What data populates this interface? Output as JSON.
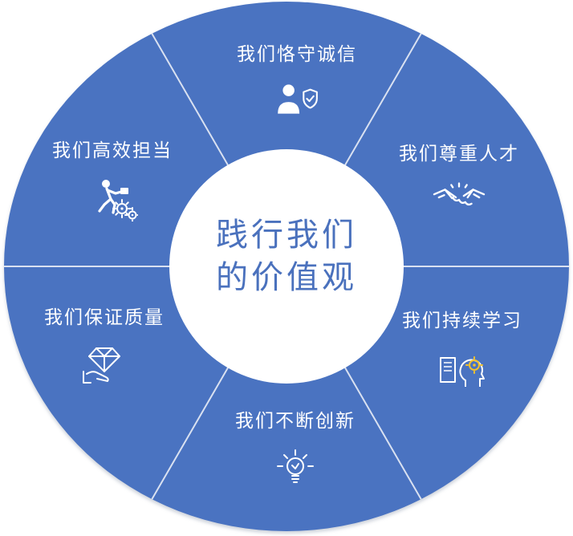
{
  "center": {
    "line1": "践行我们",
    "line2": "的价值观"
  },
  "sectors": [
    {
      "label": "我们恪守诚信",
      "icon": "person-shield-icon",
      "position": "top"
    },
    {
      "label": "我们尊重人才",
      "icon": "handshake-icon",
      "position": "upper-right"
    },
    {
      "label": "我们持续学习",
      "icon": "book-head-icon",
      "position": "lower-right"
    },
    {
      "label": "我们不断创新",
      "icon": "lightbulb-icon",
      "position": "bottom"
    },
    {
      "label": "我们保证质量",
      "icon": "hand-diamond-icon",
      "position": "lower-left"
    },
    {
      "label": "我们高效担当",
      "icon": "runner-gears-icon",
      "position": "upper-left"
    }
  ],
  "colors": {
    "ring_blue": "#4a73c1",
    "divider_white": "#e9eef7",
    "center_circle_white": "#ffffff",
    "center_text_blue": "#4a71bd",
    "label_white": "#ffffff",
    "accent_yellow": "#f2c12e"
  }
}
